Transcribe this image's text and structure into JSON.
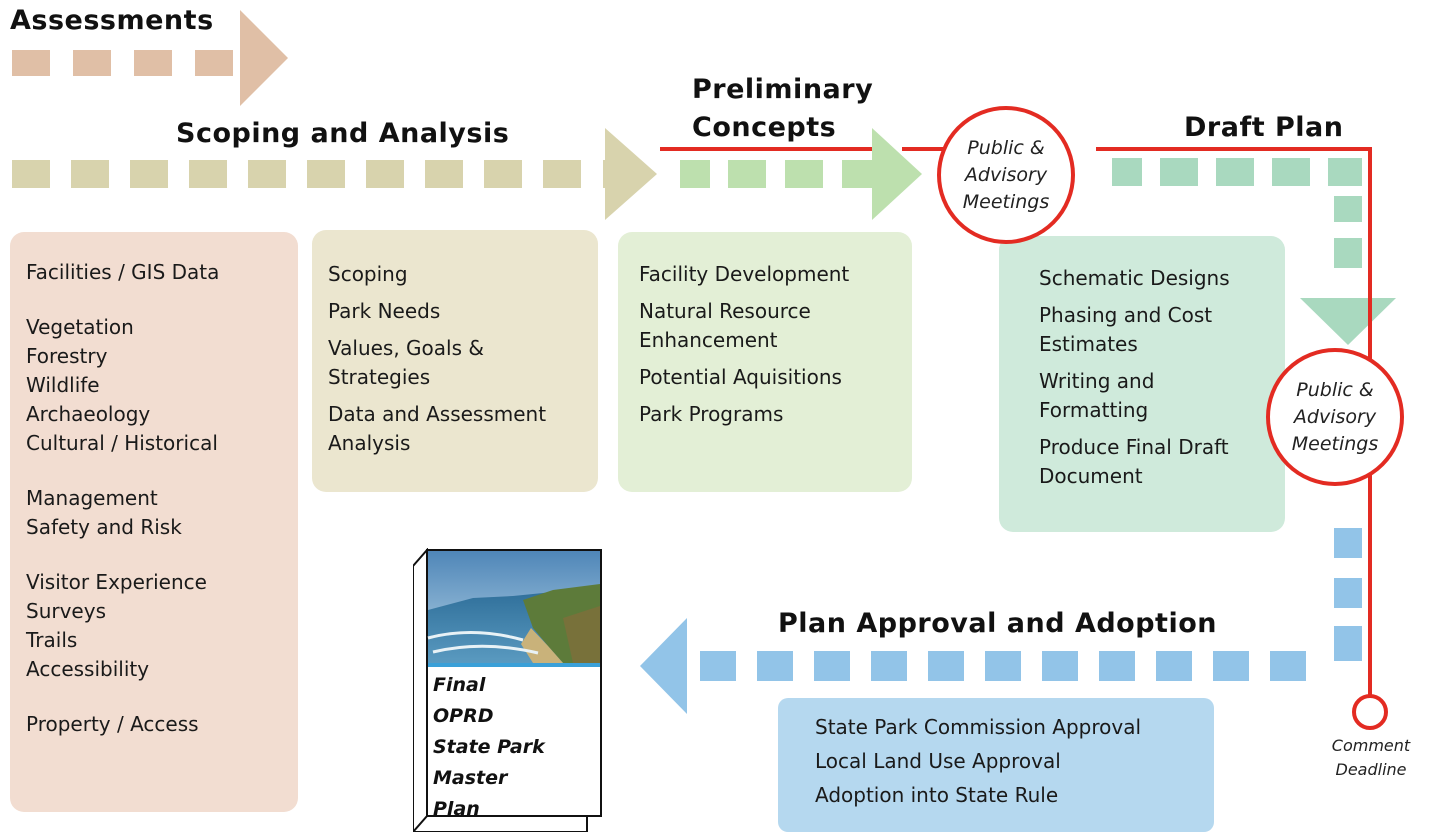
{
  "stages": {
    "assessments": "Assessments",
    "scoping": "Scoping and Analysis",
    "preliminary_line1": "Preliminary",
    "preliminary_line2": "Concepts",
    "draft": "Draft Plan",
    "approval": "Plan Approval and Adoption"
  },
  "boxes": {
    "assessments": [
      "Facilities / GIS Data",
      "Vegetation",
      "Forestry",
      "Wildlife",
      "Archaeology",
      "Cultural / Historical",
      "Management",
      "Safety and Risk",
      "Visitor Experience",
      "Surveys",
      "Trails",
      "Accessibility",
      "Property / Access"
    ],
    "scoping": [
      "Scoping",
      "Park Needs",
      "Values, Goals &",
      "Strategies",
      "Data and Assessment",
      "Analysis"
    ],
    "preliminary": [
      "Facility Development",
      "Natural Resource",
      "Enhancement",
      "Potential Aquisitions",
      "Park Programs"
    ],
    "draft": [
      "Schematic Designs",
      "Phasing and Cost",
      "Estimates",
      "Writing and",
      "Formatting",
      "Produce Final Draft",
      "Document"
    ],
    "approval": [
      "State Park Commission Approval",
      "Local Land Use Approval",
      "Adoption into State Rule"
    ]
  },
  "meetings": {
    "line1": "Public &",
    "line2": "Advisory",
    "line3": "Meetings"
  },
  "book": [
    "Final",
    "OPRD",
    "State Park",
    "Master",
    "Plan"
  ],
  "comment": {
    "line1": "Comment",
    "line2": "Deadline"
  },
  "colors": {
    "assessments": "#e0bfa6",
    "assessments_box": "#f2ddd1",
    "scoping": "#d8d3ad",
    "scoping_box": "#ebe6cf",
    "preliminary": "#bde0ae",
    "preliminary_box": "#e3efd6",
    "draft": "#a9d9bf",
    "draft_box": "#cfeadb",
    "approval": "#92c4e8",
    "approval_box": "#b5d8ef",
    "timeline": "#e32b22"
  }
}
